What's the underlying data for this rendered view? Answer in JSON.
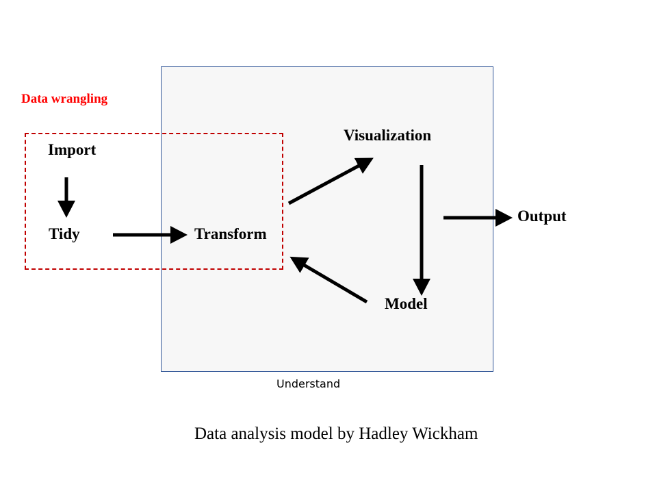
{
  "slide": {
    "background_color": "#ffffff",
    "caption": "Data analysis model by Hadley Wickham"
  },
  "understand_box": {
    "label": "Understand",
    "border_color": "#2f5496",
    "fill_color": "#f7f7f7"
  },
  "wrangling_box": {
    "label": "Data wrangling",
    "border_color": "#c00000",
    "label_color": "#ff0000",
    "border_style": "dashed"
  },
  "nodes": {
    "import": "Import",
    "tidy": "Tidy",
    "transform": "Transform",
    "visualization": "Visualization",
    "model": "Model",
    "output": "Output"
  },
  "arrows": [
    {
      "name": "import-to-tidy",
      "from": "Import",
      "to": "Tidy",
      "direction": "down",
      "color": "#000000"
    },
    {
      "name": "tidy-to-transform",
      "from": "Tidy",
      "to": "Transform",
      "direction": "right",
      "color": "#000000"
    },
    {
      "name": "transform-to-visualization",
      "from": "Transform",
      "to": "Visualization",
      "direction": "up-right",
      "color": "#000000"
    },
    {
      "name": "visualization-to-model",
      "from": "Visualization",
      "to": "Model",
      "direction": "down",
      "color": "#000000"
    },
    {
      "name": "model-to-transform",
      "from": "Model",
      "to": "Transform",
      "direction": "up-left",
      "color": "#000000"
    },
    {
      "name": "understand-to-output",
      "from": "Understand",
      "to": "Output",
      "direction": "right",
      "color": "#000000"
    }
  ],
  "chart_data": {
    "type": "diagram",
    "title": "Data analysis model by Hadley Wickham",
    "groups": [
      {
        "name": "Data wrangling",
        "members": [
          "Import",
          "Tidy",
          "Transform"
        ]
      },
      {
        "name": "Understand",
        "members": [
          "Transform",
          "Visualization",
          "Model"
        ]
      }
    ],
    "nodes": [
      "Import",
      "Tidy",
      "Transform",
      "Visualization",
      "Model",
      "Output"
    ],
    "edges": [
      [
        "Import",
        "Tidy"
      ],
      [
        "Tidy",
        "Transform"
      ],
      [
        "Transform",
        "Visualization"
      ],
      [
        "Visualization",
        "Model"
      ],
      [
        "Model",
        "Transform"
      ],
      [
        "Understand",
        "Output"
      ]
    ]
  }
}
